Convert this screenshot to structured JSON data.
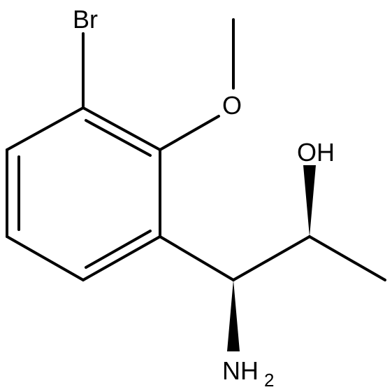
{
  "molecule": {
    "atoms": {
      "br": "Br",
      "o_methoxy": "O",
      "oh": "OH",
      "nh2_main": "NH",
      "nh2_sub": "2"
    },
    "stereo_bonds": [
      "wedge",
      "wedge"
    ],
    "colors": {
      "bond": "#000000",
      "background": "#ffffff"
    }
  }
}
